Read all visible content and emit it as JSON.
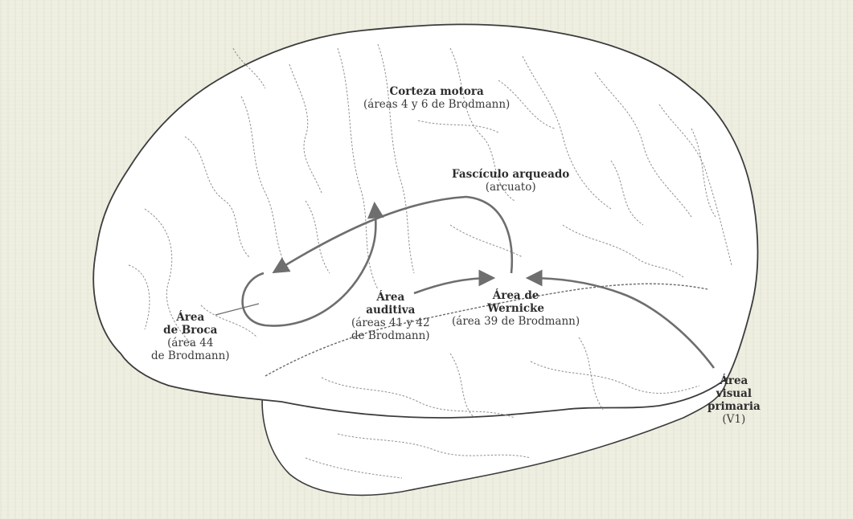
{
  "labels": {
    "motor": {
      "title": "Corteza motora",
      "sub": "(áreas 4 y 6 de Brodmann)"
    },
    "arcuate": {
      "title": "Fascículo arqueado",
      "sub": "(arcuato)"
    },
    "broca": {
      "line1": "Área",
      "line2": "de Broca",
      "line3": "(área 44",
      "line4": "de Brodmann)"
    },
    "auditory": {
      "line1": "Área",
      "line2": "auditiva",
      "line3": "(áreas 41 y 42",
      "line4": "de Brodmann)"
    },
    "wernicke": {
      "line1": "Área de",
      "line2": "Wernicke",
      "line3": "(área 39 de Brodmann)"
    },
    "visual": {
      "line1": "Área",
      "line2": "visual",
      "line3": "primaria",
      "line4": "(V1)"
    }
  },
  "colors": {
    "arrow": "#6e6e6e",
    "outline": "#3c3c3c",
    "brain_fill": "#ffffff",
    "sulci": "#8f8f8f"
  }
}
